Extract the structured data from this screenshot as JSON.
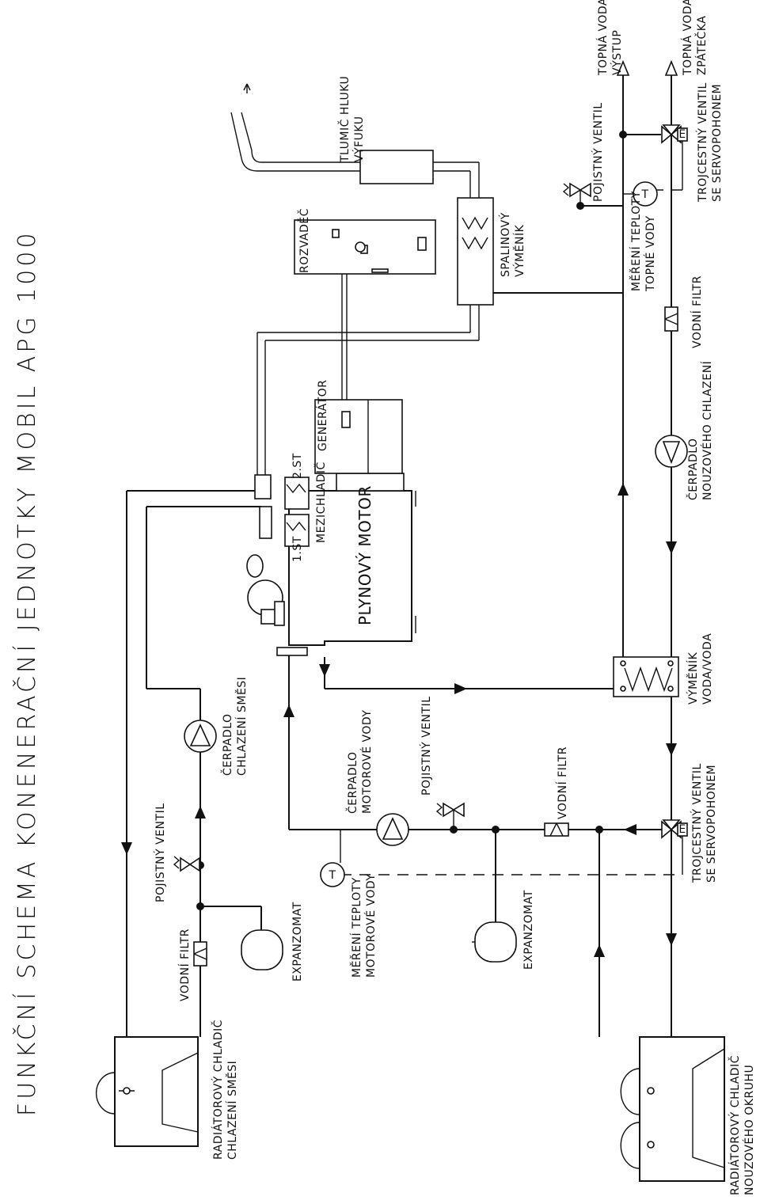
{
  "title": "FUNKČNÍ SCHEMA KONENERAČNÍ JEDNOTKY MOBIL APG 1000",
  "labels": {
    "topna_vystup": [
      "TOPNÁ VODA",
      "VÝSTUP"
    ],
    "topna_zpatecka": [
      "TOPNÁ VODA",
      "ZPÁTEČKA"
    ],
    "pojistny_top": [
      "POJISTNÝ VENTIL"
    ],
    "trojcestny_top": [
      "TROJCESTNÝ VENTIL",
      "SE SERVOPOHONEM"
    ],
    "tlumic": [
      "TLUMIČ HLUKU",
      "VÝFUKU"
    ],
    "rozvadec": [
      "ROZVADĚČ"
    ],
    "spalinovy": [
      "SPALINOVÝ",
      "VÝMĚNÍK"
    ],
    "mereni_topne": [
      "MĚŘENÍ TEPLOTY",
      "TOPNÉ VODY"
    ],
    "vodni_filtr_top": [
      "VODNÍ FILTR"
    ],
    "cerpadlo_nouzoveho": [
      "ČERPADLO",
      "NOUZOVÉHO CHLAZENÍ"
    ],
    "generator": [
      "GENERÁTOR"
    ],
    "mezichladic": [
      "MEZICHLADIČ"
    ],
    "st2": [
      "2.ST"
    ],
    "st1": [
      "1.ST"
    ],
    "plynovy_motor": [
      "PLYNOVÝ MOTOR"
    ],
    "vymenik_voda": [
      "VÝMĚNÍK",
      "VODA/VODA"
    ],
    "cerpadlo_chlazeni": [
      "ČERPADLO",
      "CHLAZENÍ SMĚSI"
    ],
    "pojistny_left": [
      "POJISTNÝ VENTIL"
    ],
    "vodni_filtr_left": [
      "VODNÍ FILTR"
    ],
    "expanzomat_left": [
      "EXPANZOMAT"
    ],
    "cerpadlo_motorove": [
      "ČERPADLO",
      "MOTOROVÉ VODY"
    ],
    "pojistny_mid": [
      "POJISTNÝ VENTIL"
    ],
    "vodni_filtr_mid": [
      "VODNÍ FILTR"
    ],
    "trojcestny_bottom": [
      "TROJCESTNÝ VENTIL",
      "SE SERVOPOHONEM"
    ],
    "mereni_motorove": [
      "MĚŘENÍ TEPLOTY",
      "MOTOROVÉ VODY"
    ],
    "expanzomat_mid": [
      "EXPANZOMAT"
    ],
    "radiator_smesi": [
      "RADIÁTOROVÝ CHLADIČ",
      "CHLAZENÍ SMĚSI"
    ],
    "radiator_nouzoveho": [
      "RADIÁTOROVÝ CHLADIČ",
      "NOUZOVÉHO OKRUHU"
    ]
  },
  "symbols": {
    "temperature": "T",
    "servo": "E"
  }
}
